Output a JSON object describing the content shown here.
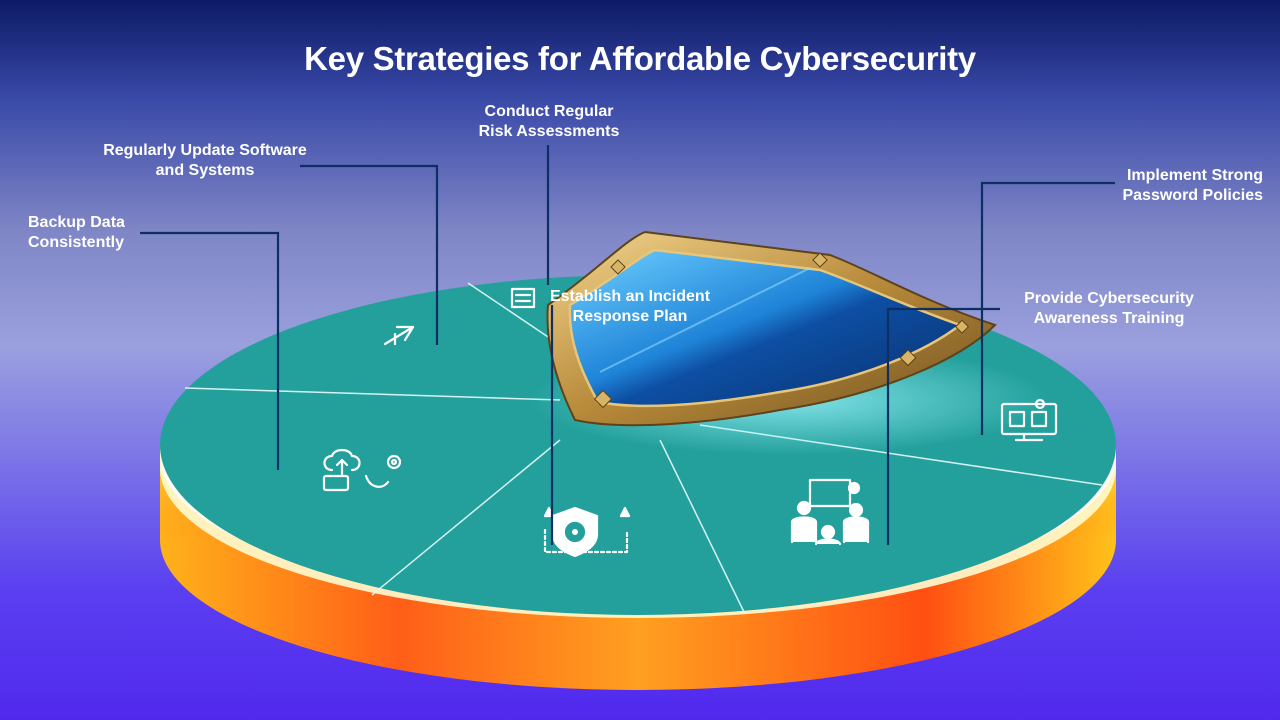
{
  "title": "Key Strategies for Affordable Cybersecurity",
  "strategies": [
    {
      "line1": "Backup Data",
      "line2": "Consistently",
      "icon": "cloud-backup-icon"
    },
    {
      "line1": "Regularly Update Software",
      "line2": "and Systems",
      "icon": "update-arrow-icon"
    },
    {
      "line1": "Conduct Regular",
      "line2": "Risk Assessments",
      "icon": "risk-checklist-icon"
    },
    {
      "line1": "Establish an Incident",
      "line2": "Response Plan",
      "icon": "shield-gear-alert-icon"
    },
    {
      "line1": "Implement Strong",
      "line2": "Password Policies",
      "icon": "password-monitor-icon"
    },
    {
      "line1": "Provide Cybersecurity",
      "line2": "Awareness Training",
      "icon": "training-presentation-icon"
    }
  ],
  "colors": {
    "disc_top": "#23a09c",
    "disc_side_yellow": "#ffd21a",
    "disc_side_orange": "#ff6a10",
    "leader_line": "#0e2f63",
    "shield_blue": "#1c7fd6",
    "shield_gold": "#c9a04a"
  }
}
